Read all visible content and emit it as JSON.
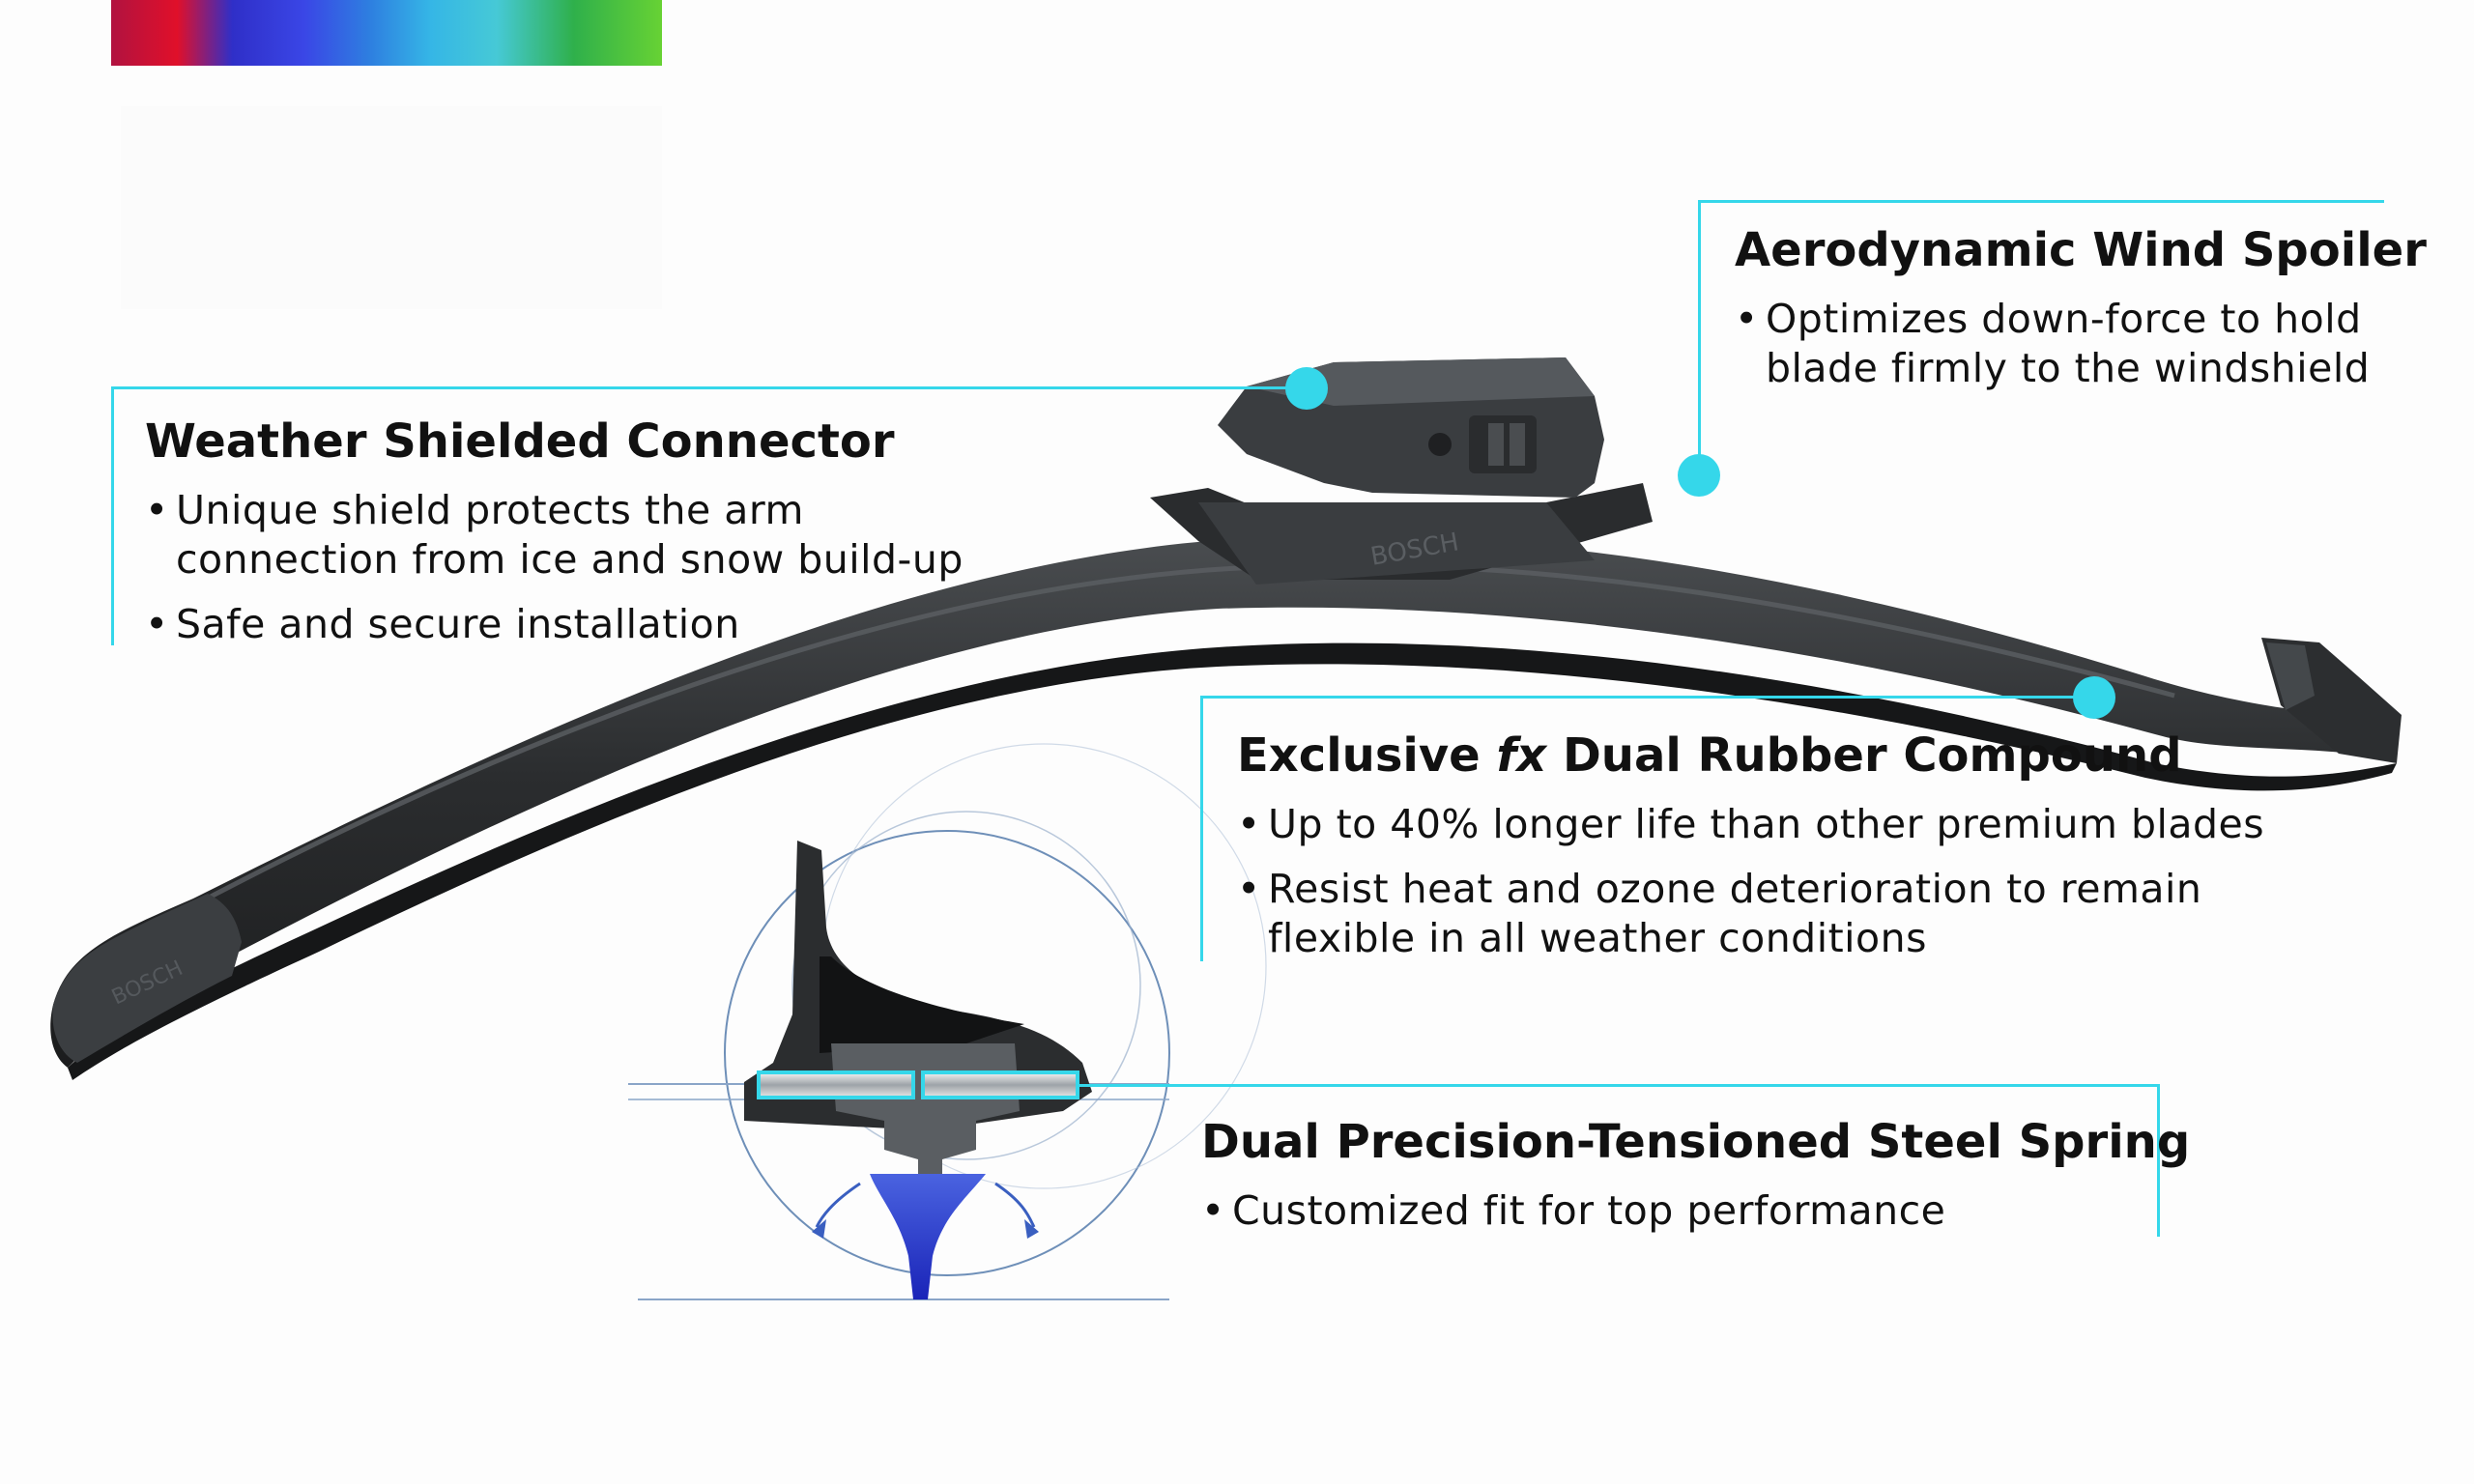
{
  "callouts": {
    "connector": {
      "title": "Weather Shielded Connector",
      "bullets": [
        "Unique shield protects the arm",
        "connection from ice and snow build-up",
        "Safe and secure installation"
      ]
    },
    "spoiler": {
      "title": "Aerodynamic Wind Spoiler",
      "bullets": [
        "Optimizes down-force to hold",
        "blade firmly to the windshield"
      ]
    },
    "rubber": {
      "title_pre": "Exclusive ",
      "title_em": "fx",
      "title_post": " Dual Rubber Compound",
      "bullets": [
        "Up to 40% longer life than other premium blades",
        "Resist heat and ozone deterioration to remain",
        "flexible in all weather conditions"
      ]
    },
    "spring": {
      "title": "Dual Precision-Tensioned Steel Spring",
      "bullets": [
        "Customized fit for top performance"
      ]
    }
  },
  "blade": {
    "brand_text_main": "BOSCH",
    "brand_text_end": "BOSCH"
  },
  "colors": {
    "accent": "#35d7ea",
    "blade": "#2f3133",
    "steel_highlight": "#5fd8ea",
    "rubber_tip": "#1f2fc4"
  }
}
